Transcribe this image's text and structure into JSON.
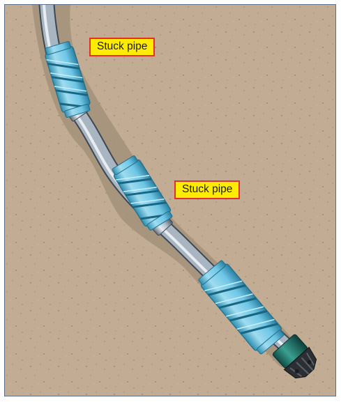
{
  "labels": {
    "stuck_pipe_upper": "Stuck pipe",
    "stuck_pipe_lower": "Stuck pipe"
  },
  "colors": {
    "formation": "#c2ad94",
    "cavity": "#a39179",
    "pipe": "#a9b6c2",
    "stabilizer": "#6ec6e6",
    "bit": "#1e6d66",
    "callout_fill": "#ffec00",
    "callout_border": "#e2312c"
  },
  "icons": {
    "drill_string": "drill-string-illustration",
    "stabilizer": "spiral-blade-stabilizer",
    "bit": "drill-bit"
  }
}
